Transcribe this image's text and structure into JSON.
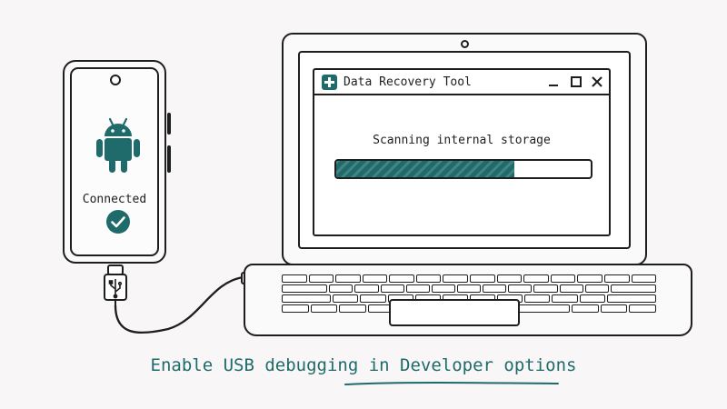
{
  "phone": {
    "status_label": "Connected",
    "icons": {
      "os": "android-icon",
      "status": "check-circle-icon"
    }
  },
  "app": {
    "title": "Data Recovery Tool",
    "logo_icon": "plus-square-icon",
    "window_controls": [
      "minimize-icon",
      "maximize-icon",
      "close-icon"
    ],
    "status_text": "Scanning internal storage",
    "progress_fraction": 0.7
  },
  "caption": "Enable USB debugging in Developer options",
  "colors": {
    "accent": "#1f6b6b",
    "ink": "#1e1e1e",
    "background": "#f8f6f6"
  }
}
